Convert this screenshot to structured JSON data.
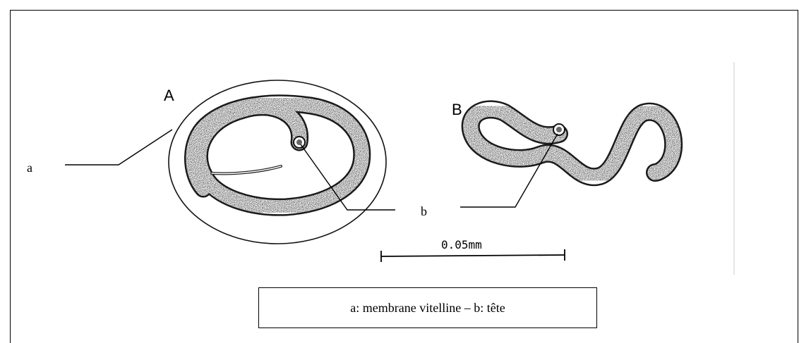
{
  "figure": {
    "panel_a_label": "A",
    "panel_b_label": "B",
    "label_a": "a",
    "label_b": "b",
    "scale_bar": "0.05mm",
    "caption": "a: membrane vitelline – b: tête"
  }
}
